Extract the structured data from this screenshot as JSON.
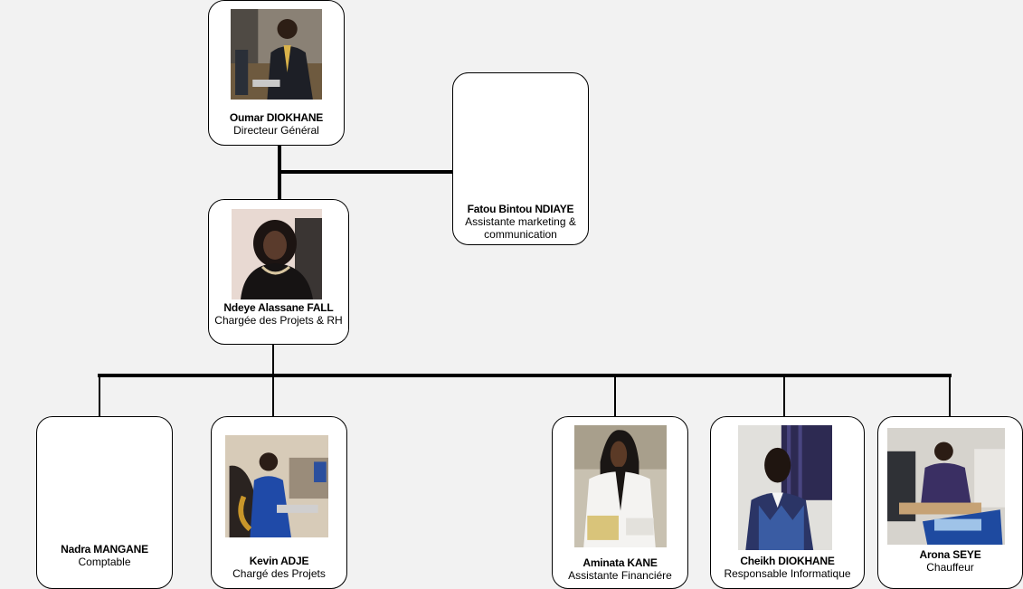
{
  "colors": {
    "background": "#f2f2f2",
    "node_fill": "#ffffff",
    "node_border": "#000000",
    "connector": "#000000"
  },
  "nodes": {
    "oumar": {
      "name": "Oumar DIOKHANE",
      "role": "Directeur Général",
      "photo": "person-photo"
    },
    "fatou": {
      "name": "Fatou Bintou NDIAYE",
      "role": "Assistante marketing & communication"
    },
    "ndeye": {
      "name": "Ndeye Alassane FALL",
      "role": "Chargée des Projets & RH",
      "photo": "person-photo"
    },
    "nadra": {
      "name": "Nadra MANGANE",
      "role": "Comptable"
    },
    "kevin": {
      "name": "Kevin ADJE",
      "role": "Chargé des Projets",
      "photo": "person-photo"
    },
    "aminata": {
      "name": "Aminata KANE",
      "role": "Assistante Financiére",
      "photo": "person-photo"
    },
    "cheikh": {
      "name": "Cheikh DIOKHANE",
      "role": "Responsable Informatique",
      "photo": "person-photo"
    },
    "arona": {
      "name": "Arona SEYE",
      "role": "Chauffeur",
      "photo": "person-photo"
    }
  }
}
